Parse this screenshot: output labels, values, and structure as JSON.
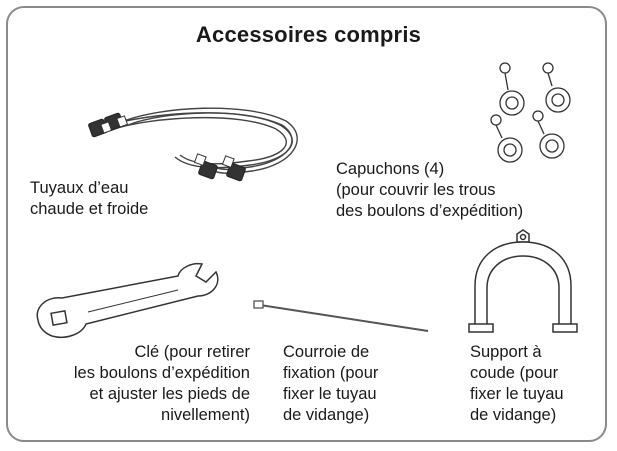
{
  "title": "Accessoires compris",
  "items": {
    "hoses": {
      "lines": [
        "Tuyaux d’eau",
        "chaude et froide"
      ]
    },
    "caps": {
      "lines": [
        "Capuchons (4)",
        "(pour couvrir les trous",
        "des boulons d’expédition)"
      ]
    },
    "wrench": {
      "lines": [
        "Clé (pour retirer",
        "les boulons d’expédition",
        "et ajuster les pieds de",
        "nivellement)"
      ]
    },
    "strap": {
      "lines": [
        "Courroie de",
        "fixation (pour",
        "fixer le tuyau",
        "de vidange)"
      ]
    },
    "bracket": {
      "lines": [
        "Support à",
        "coude (pour",
        "fixer le tuyau",
        "de vidange)"
      ]
    }
  }
}
